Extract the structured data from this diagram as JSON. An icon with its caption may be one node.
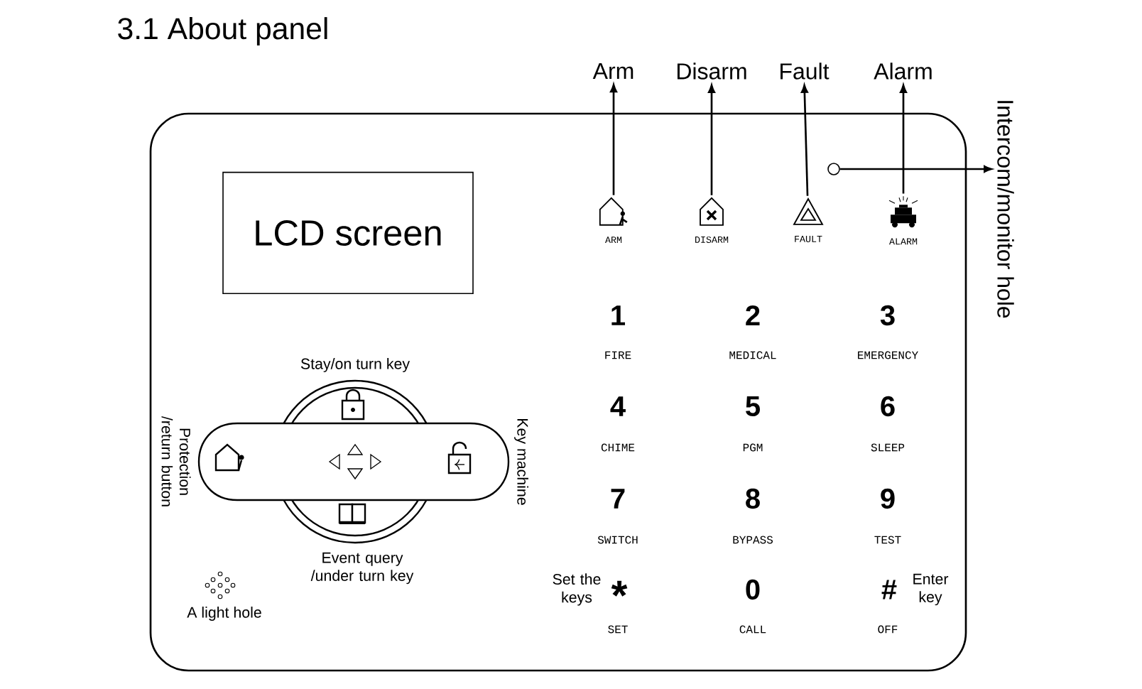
{
  "diagram": {
    "title": "3.1 About panel",
    "nodes": [
      {
        "text": [
          "Arm"
        ]
      },
      {
        "text": [
          "Disarm"
        ]
      },
      {
        "text": [
          "Fault"
        ]
      },
      {
        "text": [
          "Alarm"
        ]
      },
      {
        "text": [
          "Intercom/monitor hole"
        ]
      },
      {
        "text": [
          "ARM"
        ]
      },
      {
        "text": [
          "DISARM"
        ]
      },
      {
        "text": [
          "FAULT"
        ]
      },
      {
        "text": [
          "ALARM"
        ]
      },
      {
        "text": [],
        "shape": "circle"
      },
      {
        "text": [
          "LCD screen"
        ]
      }
    ],
    "edges": [
      {
        "from": 5,
        "to": 0,
        "arrow": "to"
      },
      {
        "from": 6,
        "to": 1,
        "arrow": "to"
      },
      {
        "from": 7,
        "to": 2,
        "arrow": "to"
      },
      {
        "from": 8,
        "to": 3,
        "arrow": "to"
      },
      {
        "from": 9,
        "to": 4,
        "arrow": "to"
      }
    ],
    "labels": [
      "1",
      "FIRE",
      "2",
      "MEDICAL",
      "3",
      "EMERGENCY",
      "Stay/on turn key",
      "4",
      "CHIME",
      "5",
      "PGM",
      "6",
      "SLEEP",
      "Protection /return button",
      "Key machine",
      "7",
      "SWITCH",
      "8",
      "BYPASS",
      "9",
      "TEST",
      "Event query /under turn key",
      "Set the keys",
      "*",
      "0",
      "#",
      "Enter key",
      "SET",
      "CALL",
      "OFF",
      "A light hole"
    ]
  }
}
